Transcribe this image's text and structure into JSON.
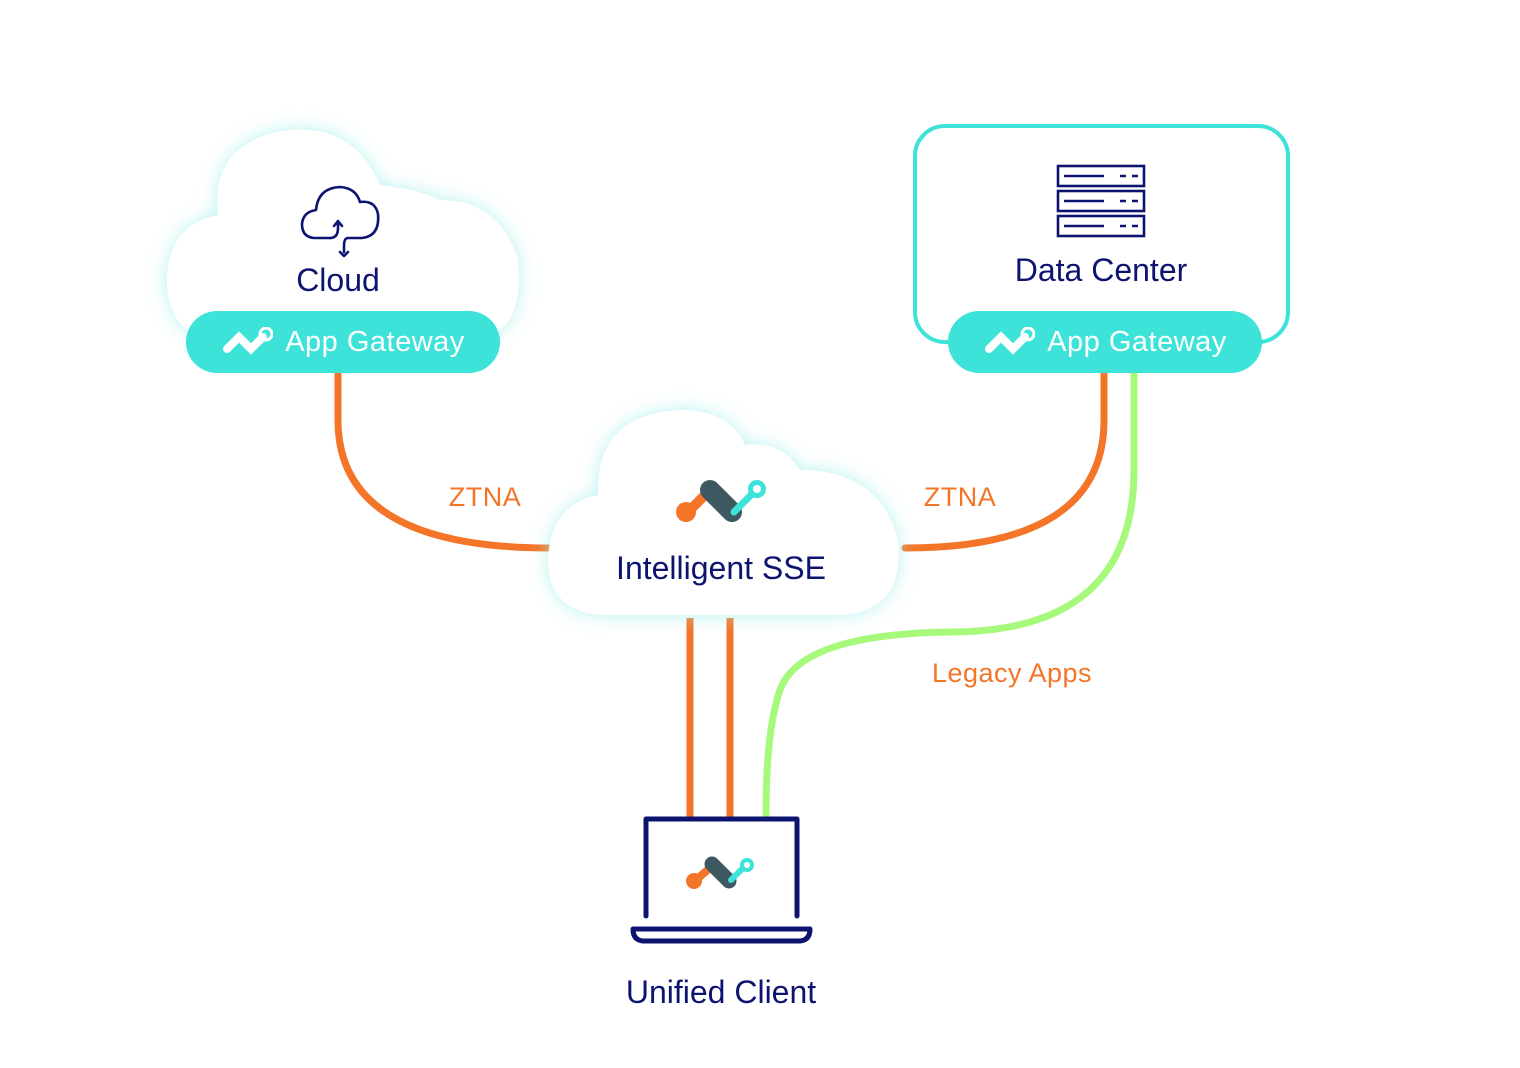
{
  "colors": {
    "navy": "#0d1470",
    "teal": "#3de3d9",
    "orange": "#f47528",
    "green": "#a6f97a",
    "slate": "#3d5860",
    "glow": "#c9f4f3"
  },
  "nodes": {
    "cloud": {
      "title": "Cloud",
      "icon": "cloud-sync-icon",
      "gateway_label": "App Gateway"
    },
    "data_center": {
      "title": "Data Center",
      "icon": "server-rack-icon",
      "gateway_label": "App Gateway"
    },
    "sse": {
      "title": "Intelligent SSE",
      "icon": "sse-logo-icon"
    },
    "client": {
      "title": "Unified Client",
      "icon": "laptop-icon"
    }
  },
  "connections": {
    "left": {
      "label": "ZTNA",
      "from": "Cloud App Gateway",
      "to": "Intelligent SSE",
      "type": "ztna"
    },
    "right": {
      "label": "ZTNA",
      "from": "Data Center App Gateway",
      "to": "Intelligent SSE",
      "type": "ztna"
    },
    "legacy": {
      "label": "Legacy Apps",
      "from": "Data Center App Gateway",
      "to": "Unified Client",
      "type": "legacy"
    },
    "client_sse": {
      "label": "",
      "from": "Unified Client",
      "to": "Intelligent SSE",
      "type": "ztna",
      "count": 2
    }
  }
}
